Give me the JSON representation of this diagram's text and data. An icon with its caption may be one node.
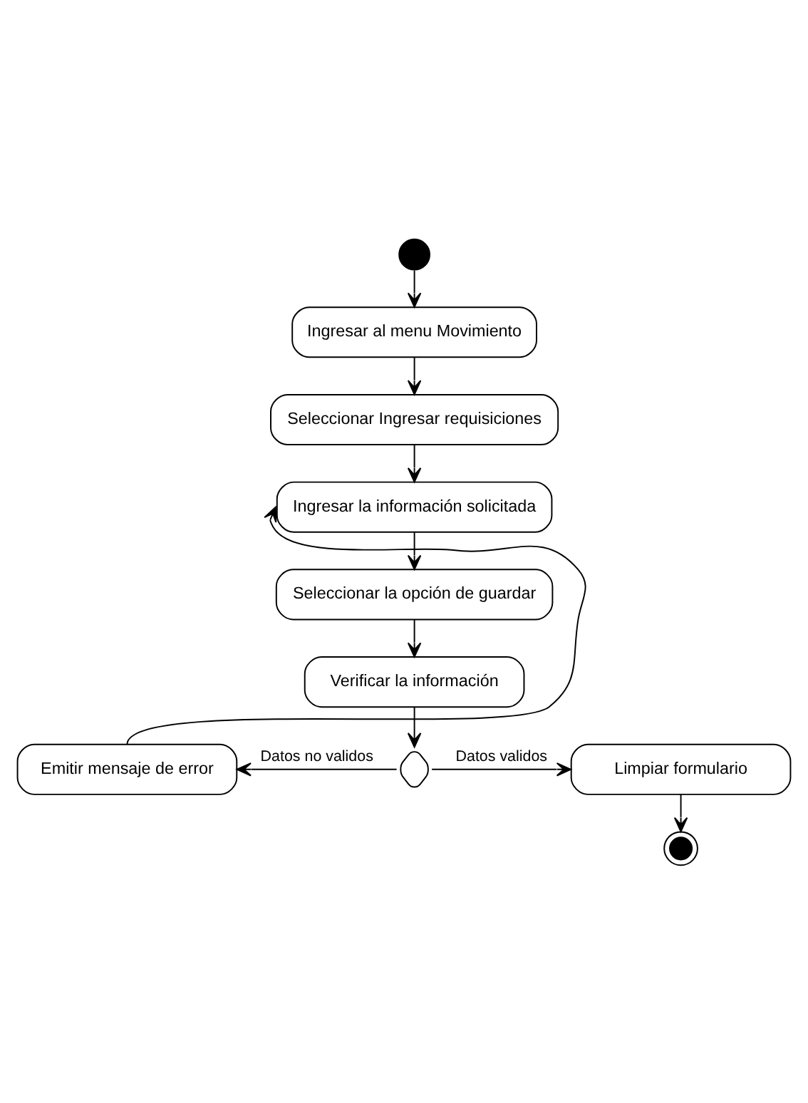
{
  "diagram": {
    "nodes": [
      {
        "text": [],
        "shape": "circle"
      },
      {
        "text": [
          "Ingresar al menu Movimiento"
        ]
      },
      {
        "text": [
          "Seleccionar Ingresar requisiciones"
        ]
      },
      {
        "text": [
          "Ingresar la información solicitada"
        ]
      },
      {
        "text": [
          "Seleccionar la opción de guardar"
        ]
      },
      {
        "text": [
          "Verificar la información"
        ]
      },
      {
        "text": [],
        "shape": "diamond"
      },
      {
        "text": [
          "Emitir mensaje de error"
        ]
      },
      {
        "text": [
          "Limpiar formulario"
        ]
      },
      {
        "text": [],
        "shape": "circle"
      }
    ],
    "edges": [
      {
        "from": 0,
        "to": 1,
        "arrow": "to"
      },
      {
        "from": 1,
        "to": 2,
        "arrow": "to"
      },
      {
        "from": 2,
        "to": 3,
        "arrow": "to"
      },
      {
        "from": 3,
        "to": 4,
        "arrow": "to"
      },
      {
        "from": 4,
        "to": 5,
        "arrow": "to"
      },
      {
        "from": 5,
        "to": 6,
        "arrow": "to"
      },
      {
        "from": 6,
        "to": 7,
        "arrow": "to",
        "label": "Datos no validos"
      },
      {
        "from": 6,
        "to": 8,
        "arrow": "to",
        "label": "Datos validos"
      },
      {
        "from": 7,
        "to": 3,
        "arrow": "to"
      },
      {
        "from": 8,
        "to": 9,
        "arrow": "to"
      }
    ]
  }
}
